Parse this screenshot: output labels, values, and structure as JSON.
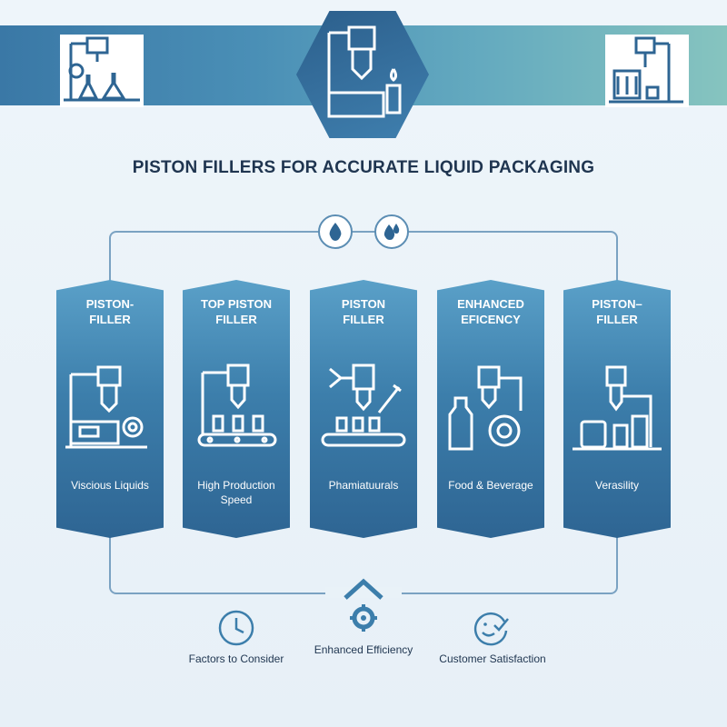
{
  "title": "PISTON FILLERS FOR ACCURATE LIQUID PACKAGING",
  "banner": {
    "left_icon": "lab-filler-icon",
    "center_icon": "filling-machine-icon",
    "right_icon": "bottling-machine-icon"
  },
  "top_icons": [
    "droplet-icon",
    "droplets-icon"
  ],
  "cards": [
    {
      "title_lines": [
        "PISTON-",
        "FILLER"
      ],
      "label": "Viscious Liquids",
      "icon": "filler-gear-icon"
    },
    {
      "title_lines": [
        "TOP PISTON",
        "FILLER"
      ],
      "label": "High Production Speed",
      "icon": "conveyor-bottles-icon"
    },
    {
      "title_lines": [
        "PISTON",
        "FILLER"
      ],
      "label": "Phamiatuurals",
      "icon": "syringe-conveyor-icon"
    },
    {
      "title_lines": [
        "ENHANCED",
        "EFICENCY"
      ],
      "label": "Food & Beverage",
      "icon": "bottle-gear-icon"
    },
    {
      "title_lines": [
        "PISTON–",
        "FILLER"
      ],
      "label": "Verasility",
      "icon": "jars-filler-icon"
    }
  ],
  "bottom": [
    {
      "label": "Factors to Consider",
      "icon": "clock-icon"
    },
    {
      "label": "Enhanced Efficiency",
      "icon": "home-gear-icon"
    },
    {
      "label": "Customer Satisfaction",
      "icon": "smile-check-icon"
    }
  ],
  "colors": {
    "primary": "#3c7eab",
    "dark": "#1f3550",
    "accent": "#2e6593",
    "light_accent": "#86c4bf"
  }
}
